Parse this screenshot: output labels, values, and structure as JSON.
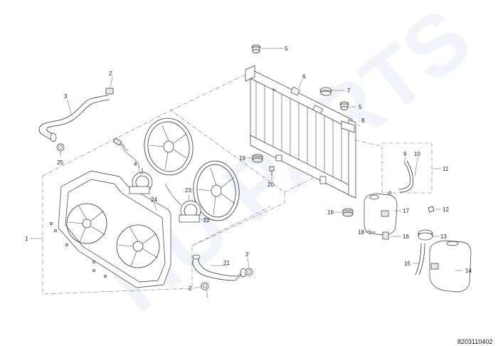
{
  "watermark": "HU PARTS",
  "diagram_code": "8203110402",
  "callouts": {
    "c1": "1",
    "c2a": "2",
    "c2b": "2",
    "c2c": "2",
    "c3": "3",
    "c4": "4",
    "c5a": "5",
    "c5b": "5",
    "c6": "6",
    "c7": "7",
    "c8": "8",
    "c9": "9",
    "c10": "10",
    "c11": "11",
    "c12": "12",
    "c13": "13",
    "c14": "14",
    "c15": "15",
    "c16": "16",
    "c17": "17",
    "c18": "18",
    "c19a": "19",
    "c19b": "19",
    "c20": "20",
    "c21": "21",
    "c22": "22",
    "c23": "23",
    "c24": "24",
    "c25": "25"
  }
}
